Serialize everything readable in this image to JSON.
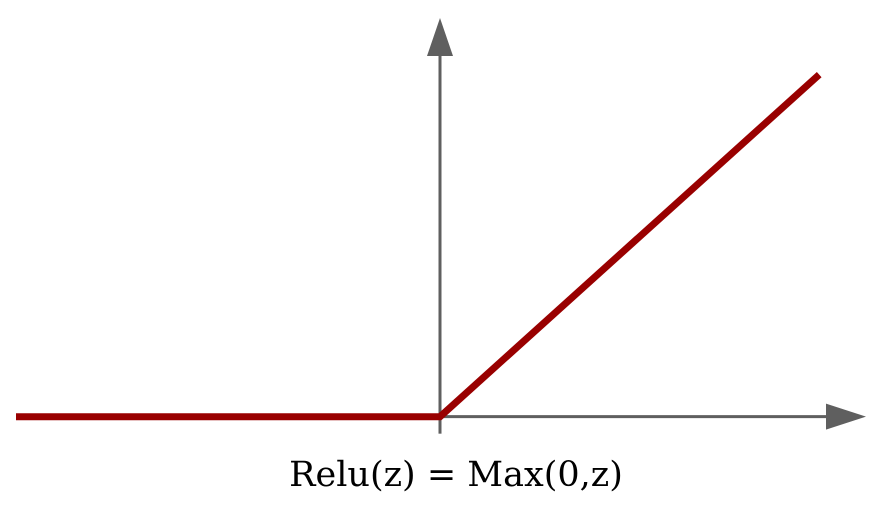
{
  "chart_data": {
    "type": "line",
    "title": "",
    "xlabel": "",
    "ylabel": "",
    "grid": false,
    "series": [
      {
        "x": [
          -1.23,
          0,
          1.1
        ],
        "y": [
          0,
          0,
          1.1
        ]
      }
    ],
    "xlim": [
      -1.23,
      1.23
    ],
    "ylim": [
      -0.03,
      1.25
    ],
    "annotations": [
      {
        "text": "Relu(z) = Max(0,z)"
      }
    ],
    "colors": {
      "line": "#990000",
      "axis": "#5f5f5f"
    }
  }
}
